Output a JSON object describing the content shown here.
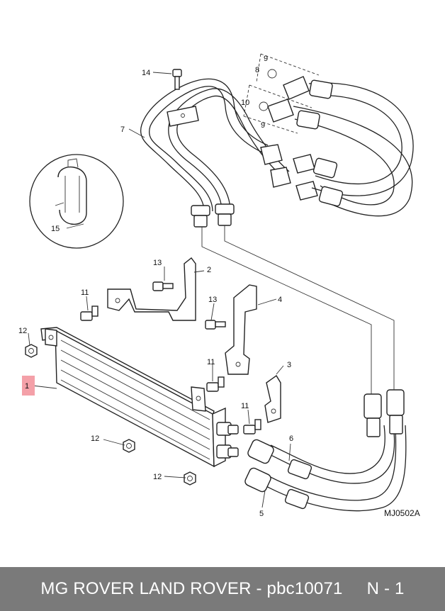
{
  "diagram": {
    "callouts": {
      "c1": "1",
      "c2": "2",
      "c3": "3",
      "c4": "4",
      "c5": "5",
      "c6": "6",
      "c7": "7",
      "c8": "8",
      "c9a": "9",
      "c9b": "9",
      "c10": "10",
      "c11a": "11",
      "c11b": "11",
      "c11c": "11",
      "c12a": "12",
      "c12b": "12",
      "c12c": "12",
      "c13a": "13",
      "c13b": "13",
      "c14": "14",
      "c15": "15"
    },
    "drawing_code": "MJ0502A",
    "highlight_color": "#f4a0a8"
  },
  "footer": {
    "brand_text": "MG ROVER LAND ROVER - pbc10071",
    "page_text": "N - 1"
  }
}
